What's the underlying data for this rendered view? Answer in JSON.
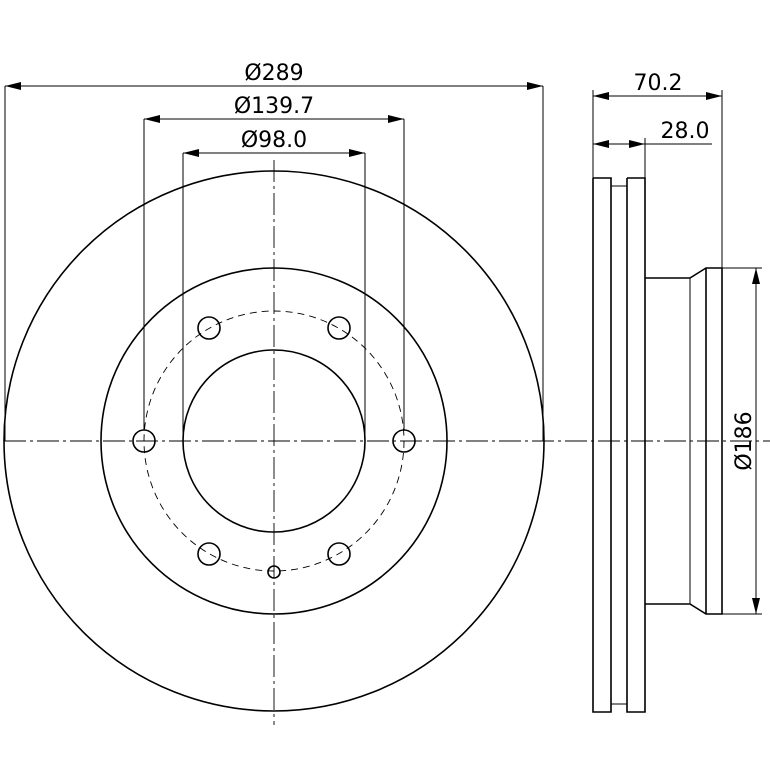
{
  "dimensions": {
    "outer_diameter": "Ø289",
    "bolt_circle": "Ø139.7",
    "center_bore": "Ø98.0",
    "overall_height": "70.2",
    "disc_thickness": "28.0",
    "hat_diameter": "Ø186"
  },
  "colors": {
    "line": "#000000",
    "background": "#ffffff"
  }
}
